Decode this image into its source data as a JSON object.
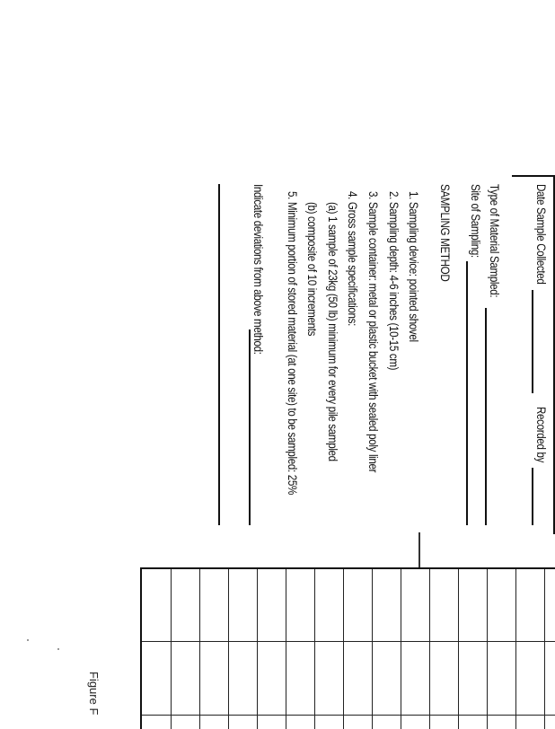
{
  "form": {
    "date_label": "Date Sample Collected",
    "recorded_label": "Recorded by",
    "material_label": "Type of Material Sampled:",
    "site_label": "Site of Sampling:",
    "method_heading": "SAMPLING METHOD",
    "steps": [
      "1. Sampling device: pointed shovel",
      "2. Sampling depth: 4-6 inches (10-15 cm)",
      "3. Sample container: metal or plastic bucket with sealed poly liner",
      "4. Gross sample specifications:"
    ],
    "spec_a": "(a) 1 sample of 23kg (50 lb) minimum for every pile sampled",
    "spec_b": "(b) composite of 10 increments",
    "step5": "5. Minimum portion of stored material (at one site) to be sampled: 25%",
    "deviations_label": "Indicate deviations from above method:"
  },
  "figure_caption": "Figure F"
}
